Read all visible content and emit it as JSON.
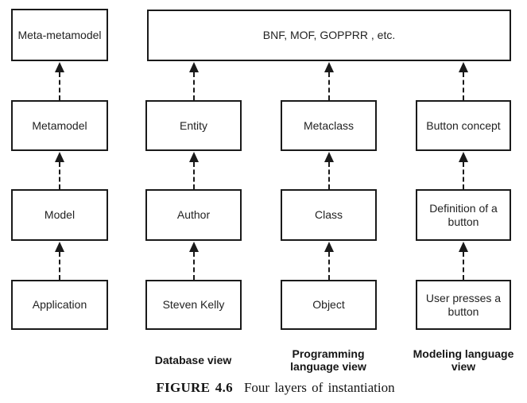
{
  "top_box": {
    "label": "BNF, MOF, GOPPRR , etc."
  },
  "columns": [
    {
      "name": "metamodel-hierarchy",
      "boxes": [
        "Meta-metamodel",
        "Metamodel",
        "Model",
        "Application"
      ]
    },
    {
      "name": "database-view",
      "boxes": [
        "Entity",
        "Author",
        "Steven Kelly"
      ],
      "view": "Database view"
    },
    {
      "name": "programming-language-view",
      "boxes": [
        "Metaclass",
        "Class",
        "Object"
      ],
      "view": "Programming language view"
    },
    {
      "name": "modeling-language-view",
      "boxes": [
        "Button concept",
        "Definition of a button",
        "User presses a button"
      ],
      "view": "Modeling language view"
    }
  ],
  "caption": {
    "label": "FIGURE 4.6",
    "text": "Four layers of instantiation"
  },
  "colors": {
    "line": "#1a1a1a",
    "background": "#ffffff"
  }
}
